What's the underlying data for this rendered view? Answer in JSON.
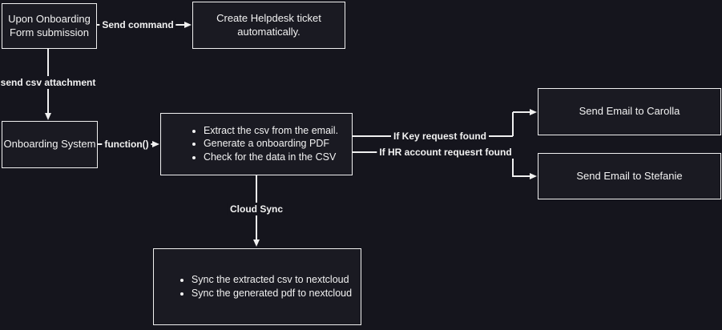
{
  "colors": {
    "background": "#15151d",
    "node_fill": "#1a1a22",
    "node_border": "#f0f0f0",
    "text": "#f2f2f2"
  },
  "nodes": {
    "upon": {
      "label": "Upon Onboarding Form submission"
    },
    "helpdesk": {
      "label": "Create Helpdesk ticket automatically."
    },
    "onboarding_system": {
      "label": "Onboarding System"
    },
    "process": {
      "items": [
        "Extract the csv from the email.",
        "Generate a onboarding PDF",
        "Check for the data in the CSV"
      ]
    },
    "email_carolla": {
      "label": "Send Email to Carolla"
    },
    "email_stefanie": {
      "label": "Send Email to Stefanie"
    },
    "cloud_sync_tasks": {
      "items": [
        "Sync the extracted csv to nextcloud",
        "Sync the generated pdf to nextcloud"
      ]
    }
  },
  "edges": {
    "send_command": {
      "label": "Send command"
    },
    "send_csv_attachment": {
      "label": "send csv attachment"
    },
    "function_call": {
      "label": "function()"
    },
    "if_key_request": {
      "label": "If Key request found"
    },
    "if_hr_account_request": {
      "label": "If HR account requesrt found"
    },
    "cloud_sync": {
      "label": "Cloud Sync"
    }
  }
}
